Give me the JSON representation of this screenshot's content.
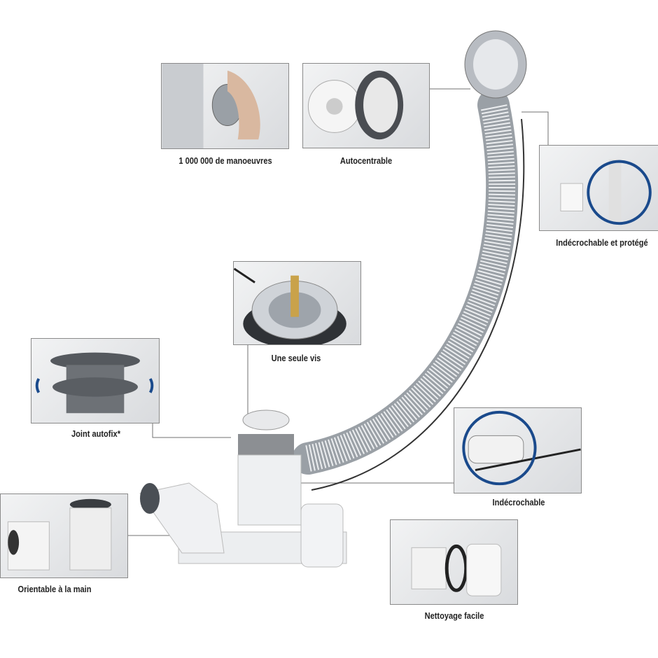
{
  "features": [
    {
      "id": "manoeuvres",
      "label": "1 000 000 de manoeuvres"
    },
    {
      "id": "autocentrable",
      "label": "Autocentrable"
    },
    {
      "id": "indecrochable-protege",
      "label": "Indécrochable et protégé"
    },
    {
      "id": "une-seule-vis",
      "label": "Une seule vis"
    },
    {
      "id": "joint-autofix",
      "label": "Joint autofix*"
    },
    {
      "id": "indecrochable",
      "label": "Indécrochable"
    },
    {
      "id": "orientable",
      "label": "Orientable à la main"
    },
    {
      "id": "nettoyage",
      "label": "Nettoyage facile"
    }
  ],
  "colors": {
    "accent_circle": "#1a4a8c",
    "leader": "#707070"
  }
}
